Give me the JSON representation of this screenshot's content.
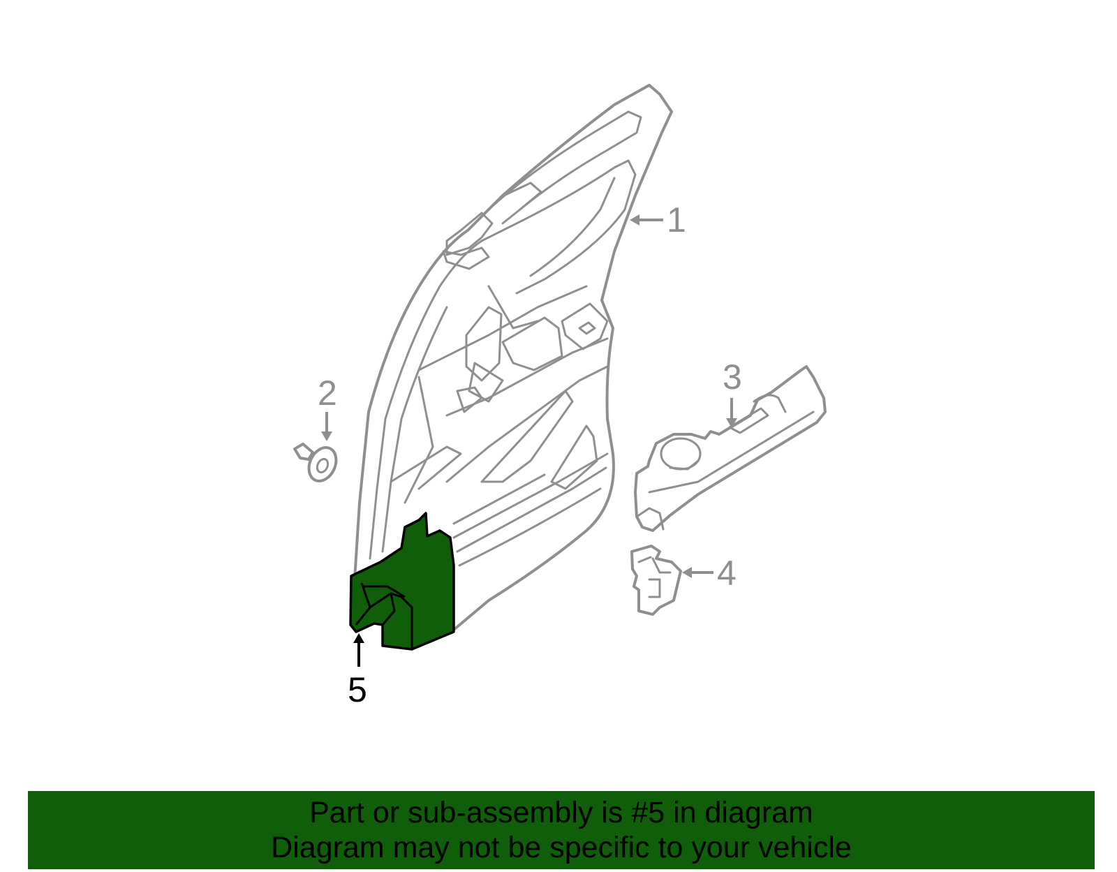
{
  "callouts": {
    "c1": "1",
    "c2": "2",
    "c3": "3",
    "c4": "4",
    "c5": "5"
  },
  "highlight_part": "5",
  "colors": {
    "highlight_fill": "#105e0a",
    "outline": "#8f8f8f",
    "banner_bg": "#105e0a",
    "banner_text": "#000000"
  },
  "banner": {
    "line1": "Part or sub-assembly is #5 in diagram",
    "line2": "Diagram may not be specific to your vehicle"
  }
}
